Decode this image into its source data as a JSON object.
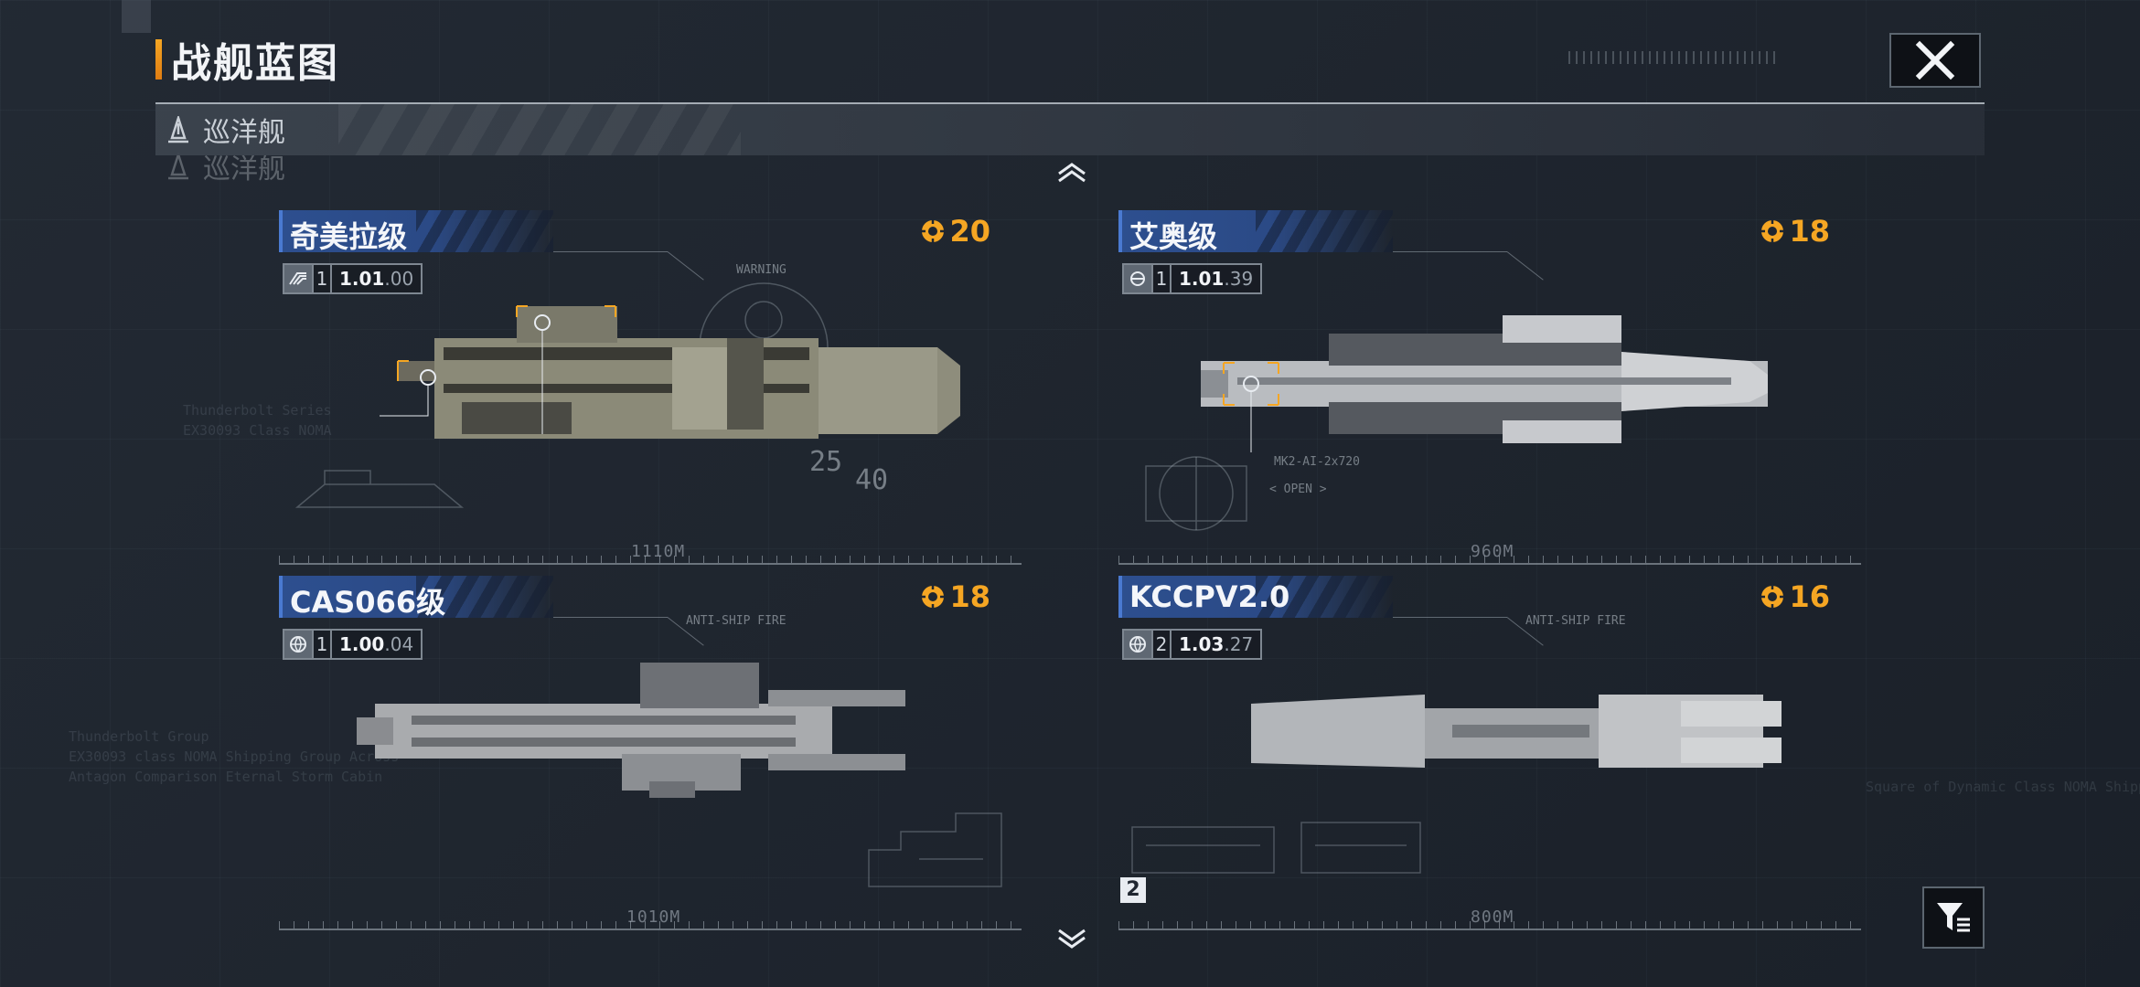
{
  "header": {
    "title": "战舰蓝图"
  },
  "category": {
    "label": "巡洋舰",
    "ghost_label": "巡洋舰"
  },
  "ships": [
    {
      "name": "奇美拉级",
      "cost": "20",
      "tier": "1",
      "version_major": "1.01",
      "version_minor": ".00",
      "length": "1110M",
      "stats": [
        "25",
        "40"
      ]
    },
    {
      "name": "艾奥级",
      "cost": "18",
      "tier": "1",
      "version_major": "1.01",
      "version_minor": ".39",
      "length": "960M",
      "callout": "MK2-AI-2x720",
      "open": "< OPEN >"
    },
    {
      "name": "CAS066级",
      "cost": "18",
      "tier": "1",
      "version_major": "1.00",
      "version_minor": ".04",
      "length": "1010M",
      "callout": "ANTI-SHIP FIRE"
    },
    {
      "name": "KCCPV2.0",
      "cost": "16",
      "tier": "2",
      "version_major": "1.03",
      "version_minor": ".27",
      "length": "800M",
      "callout": "ANTI-SHIP FIRE"
    }
  ],
  "decor": {
    "warning": "WARNING",
    "ghost_left": "Thunderbolt Group\nEX30093 class NOMA Shipping Group Across\nAntagon Comparison Eternal Storm Cabin",
    "ghost_top": "Thunderbolt Series\nEX30093 Class NOMA",
    "ghost_right": "Square of Dynamic Class NOMA Shipping Gr"
  },
  "page_badge": "2",
  "icons": {
    "close": "close-icon",
    "filter": "filter-icon",
    "up": "chevron-up-icon",
    "down": "chevron-down-icon",
    "cost": "cost-gear-icon"
  },
  "colors": {
    "accent_orange": "#f5a623",
    "plate_blue": "#2d4f8f",
    "bg": "#1f2630"
  }
}
